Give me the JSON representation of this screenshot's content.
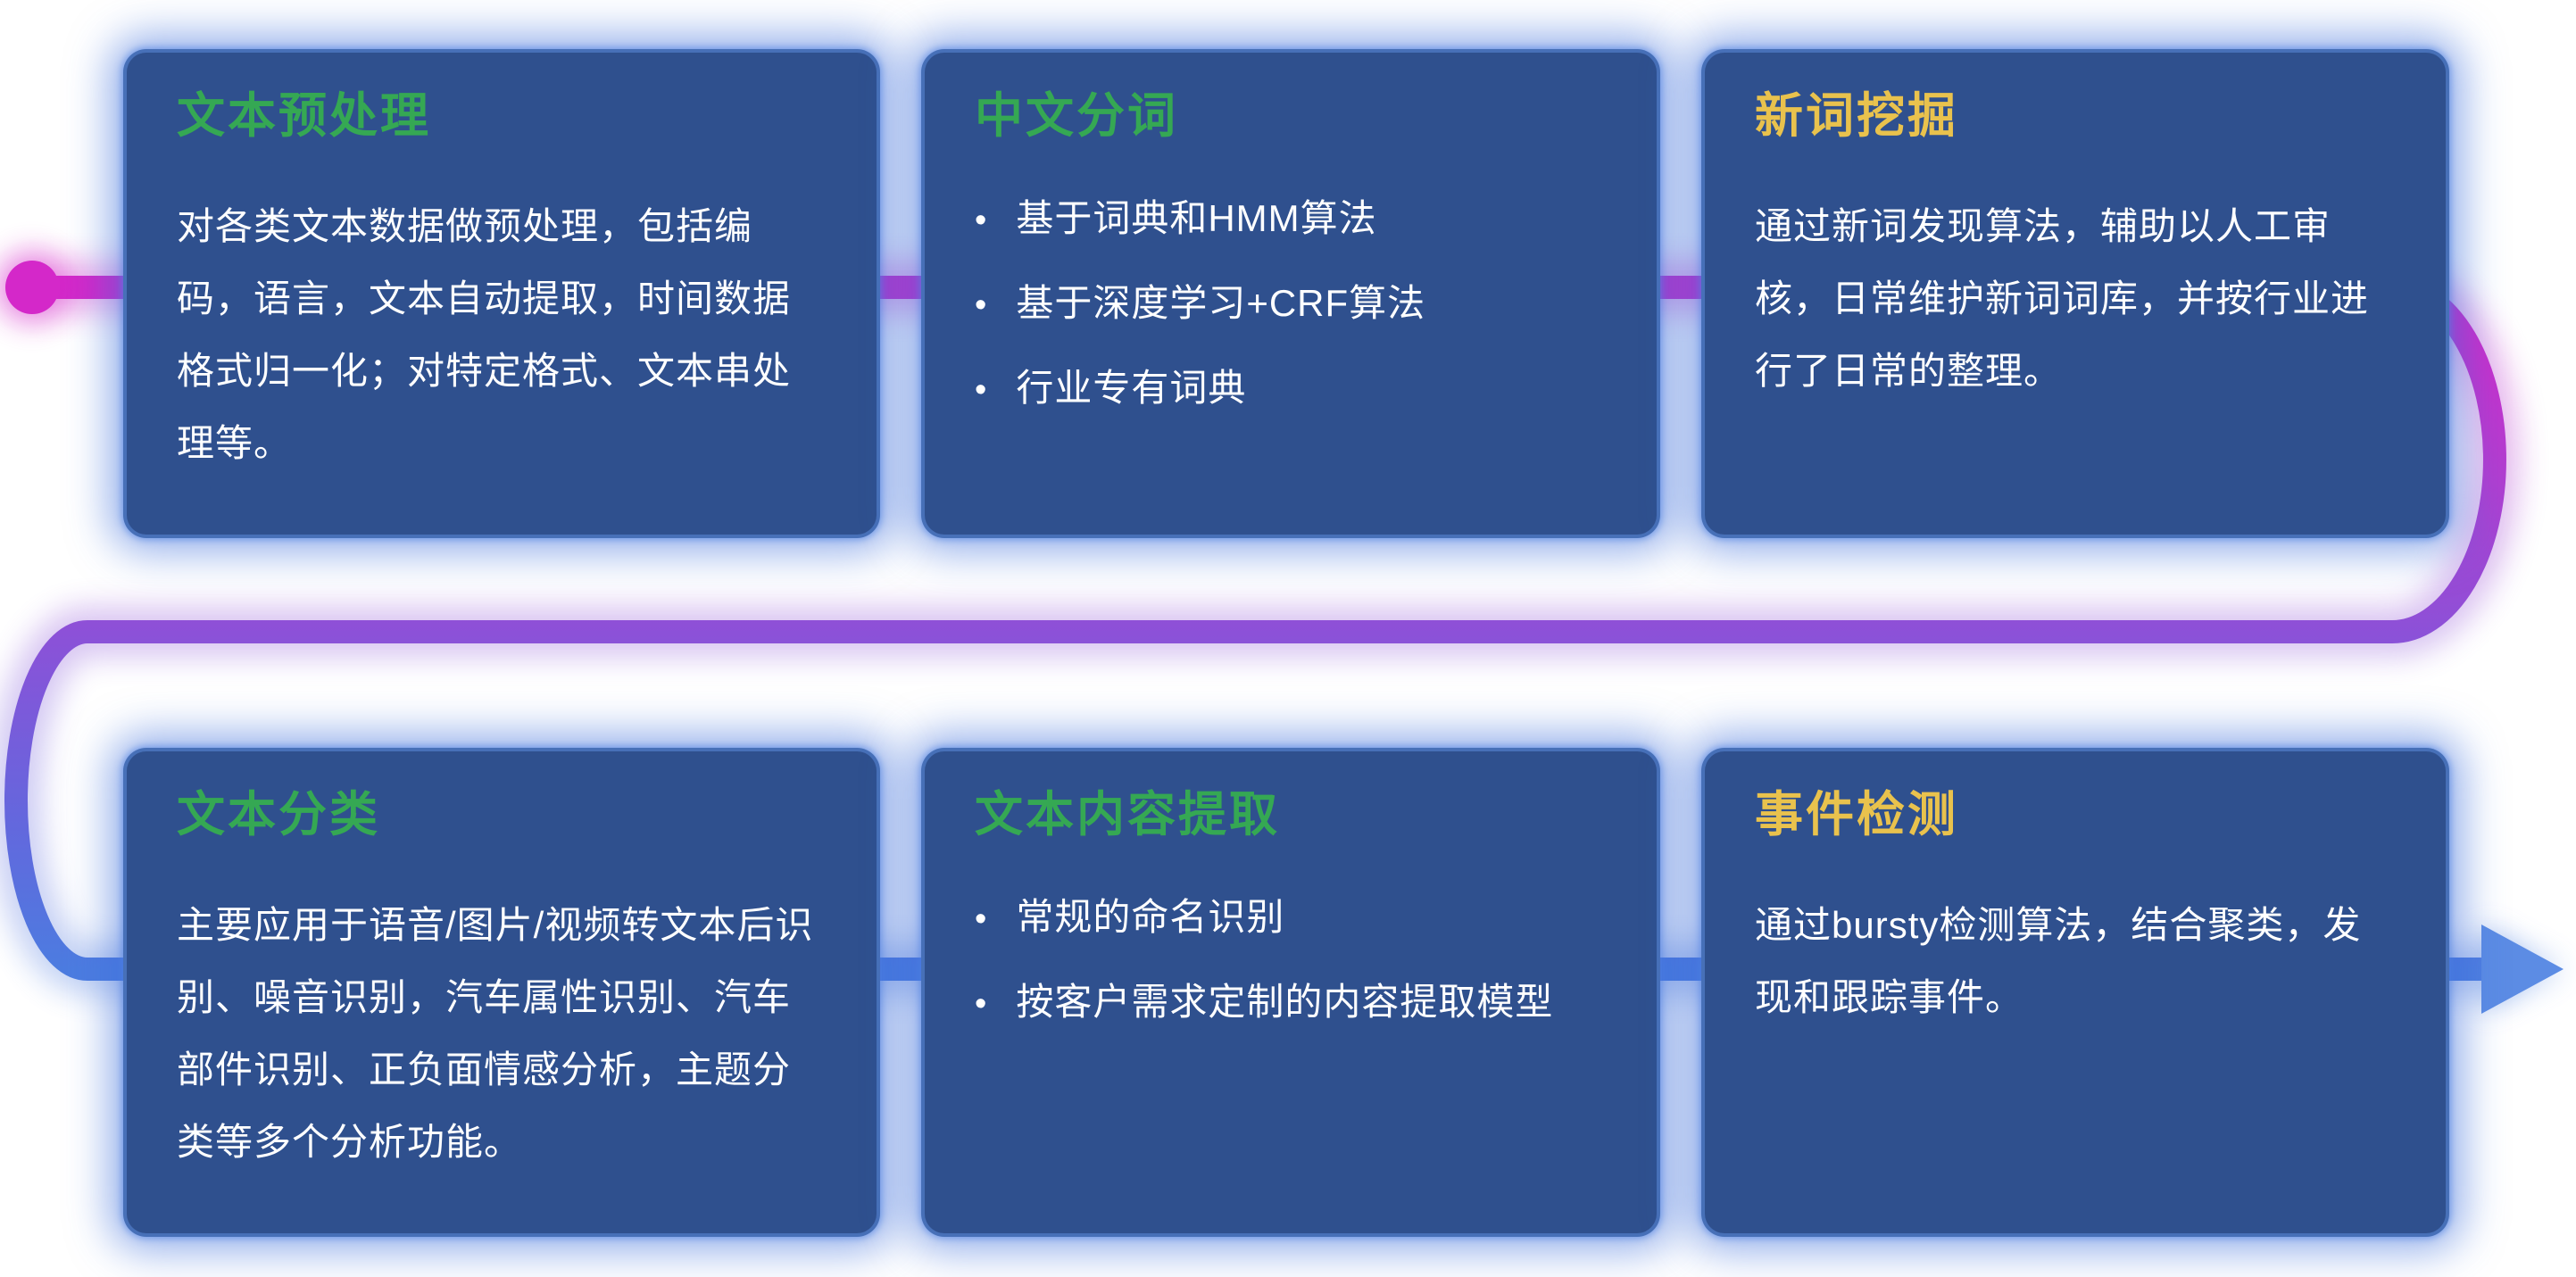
{
  "cards": [
    {
      "title": "文本预处理",
      "title_color": "#35a853",
      "body": "对各类文本数据做预处理，包括编码，语言，文本自动提取，时间数据格式归一化；对特定格式、文本串处理等。"
    },
    {
      "title": "中文分词",
      "title_color": "#35a853",
      "bullets": [
        "基于词典和HMM算法",
        "基于深度学习+CRF算法",
        "行业专有词典"
      ]
    },
    {
      "title": "新词挖掘",
      "title_color": "#e9c24d",
      "body": "通过新词发现算法，辅助以人工审核，日常维护新词词库，并按行业进行了日常的整理。"
    },
    {
      "title": "文本分类",
      "title_color": "#35a853",
      "body": "主要应用于语音/图片/视频转文本后识别、噪音识别，汽车属性识别、汽车部件识别、正负面情感分析，主题分类等多个分析功能。"
    },
    {
      "title": "文本内容提取",
      "title_color": "#35a853",
      "bullets": [
        "常规的命名识别",
        "按客户需求定制的内容提取模型"
      ]
    },
    {
      "title": "事件检测",
      "title_color": "#e9c24d",
      "body": "通过bursty检测算法，结合聚类，发现和跟踪事件。"
    }
  ],
  "pipe": {
    "start_dot_color": "#d428c9",
    "gradient": [
      "#d428c9",
      "#b13ed0",
      "#8a52d8",
      "#6467dd",
      "#4c7ce0"
    ],
    "arrow_color": "#5c8ce4"
  },
  "card_style": {
    "background": "#2f508e",
    "glow": "#3e70da",
    "body_text_color": "#ffffff"
  }
}
